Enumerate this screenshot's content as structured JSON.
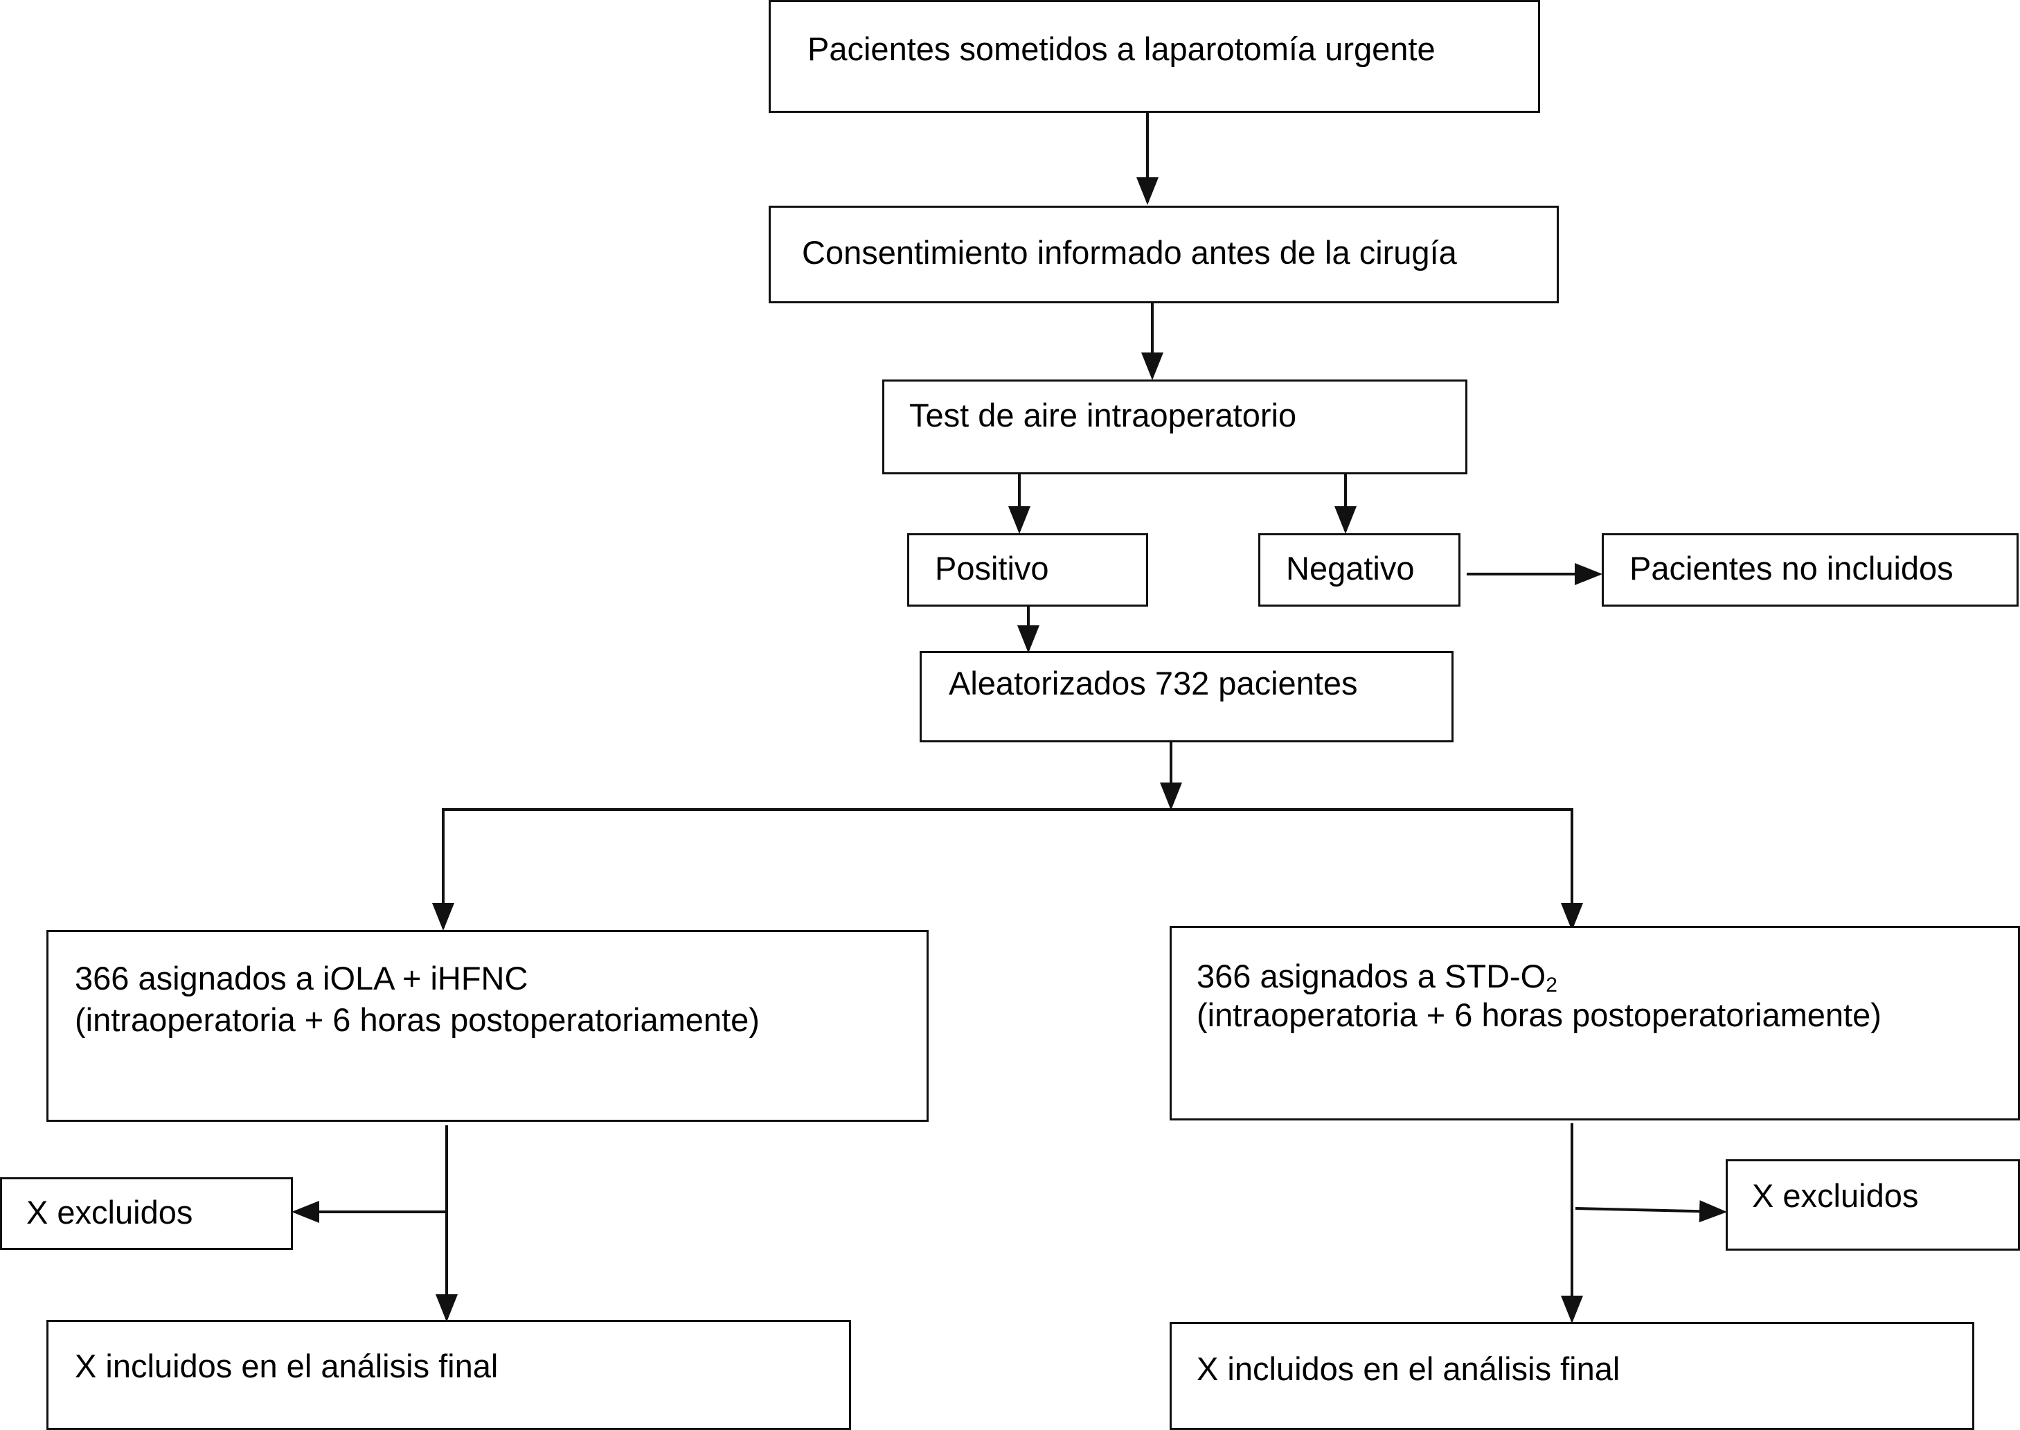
{
  "nodes": {
    "start": "Pacientes sometidos a laparotomía urgente",
    "consent": "Consentimiento informado antes de la cirugía",
    "air_test": "Test de aire intraoperatorio",
    "positive": "Positivo",
    "negative": "Negativo",
    "not_included": "Pacientes no incluidos",
    "randomized": "Aleatorizados 732 pacientes",
    "arm_iola": {
      "line1": "366 asignados a iOLA + iHFNC",
      "line2": "(intraoperatoria + 6 horas postoperatoriamente)"
    },
    "arm_std": {
      "line1_prefix": "366 asignados a STD-O",
      "line1_subscript": "2",
      "line2": "(intraoperatoria + 6 horas  postoperatoriamente)"
    },
    "excluded_left": "X excluidos",
    "excluded_right": "X excluidos",
    "final_left": "X incluidos en el análisis final",
    "final_right": "X incluidos en el análisis final"
  }
}
